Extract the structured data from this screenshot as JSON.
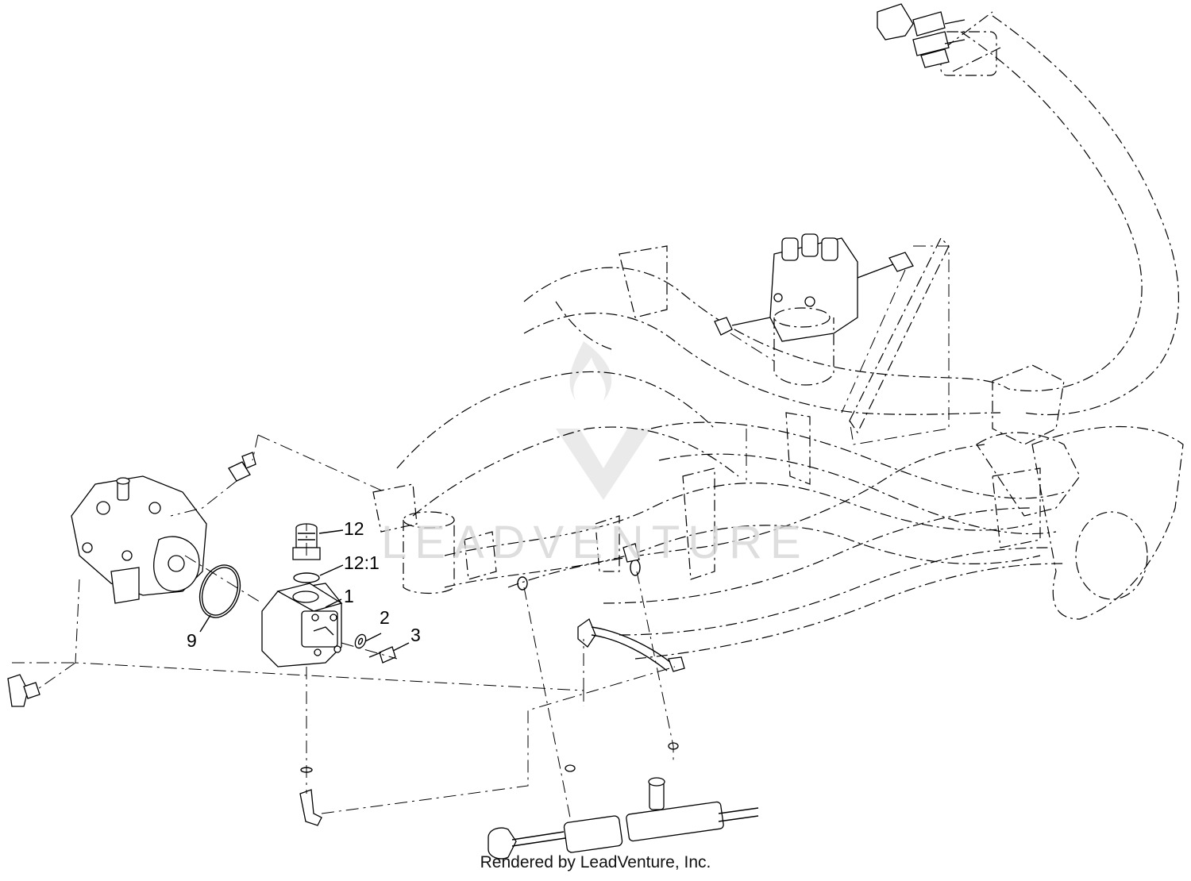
{
  "callouts": {
    "c12": "12",
    "c12_1": "12:1",
    "c1": "1",
    "c2": "2",
    "c3": "3",
    "c9": "9"
  },
  "watermark": {
    "brand": "LEADVENTURE"
  },
  "footer": {
    "credit": "Rendered by LeadVenture, Inc."
  }
}
